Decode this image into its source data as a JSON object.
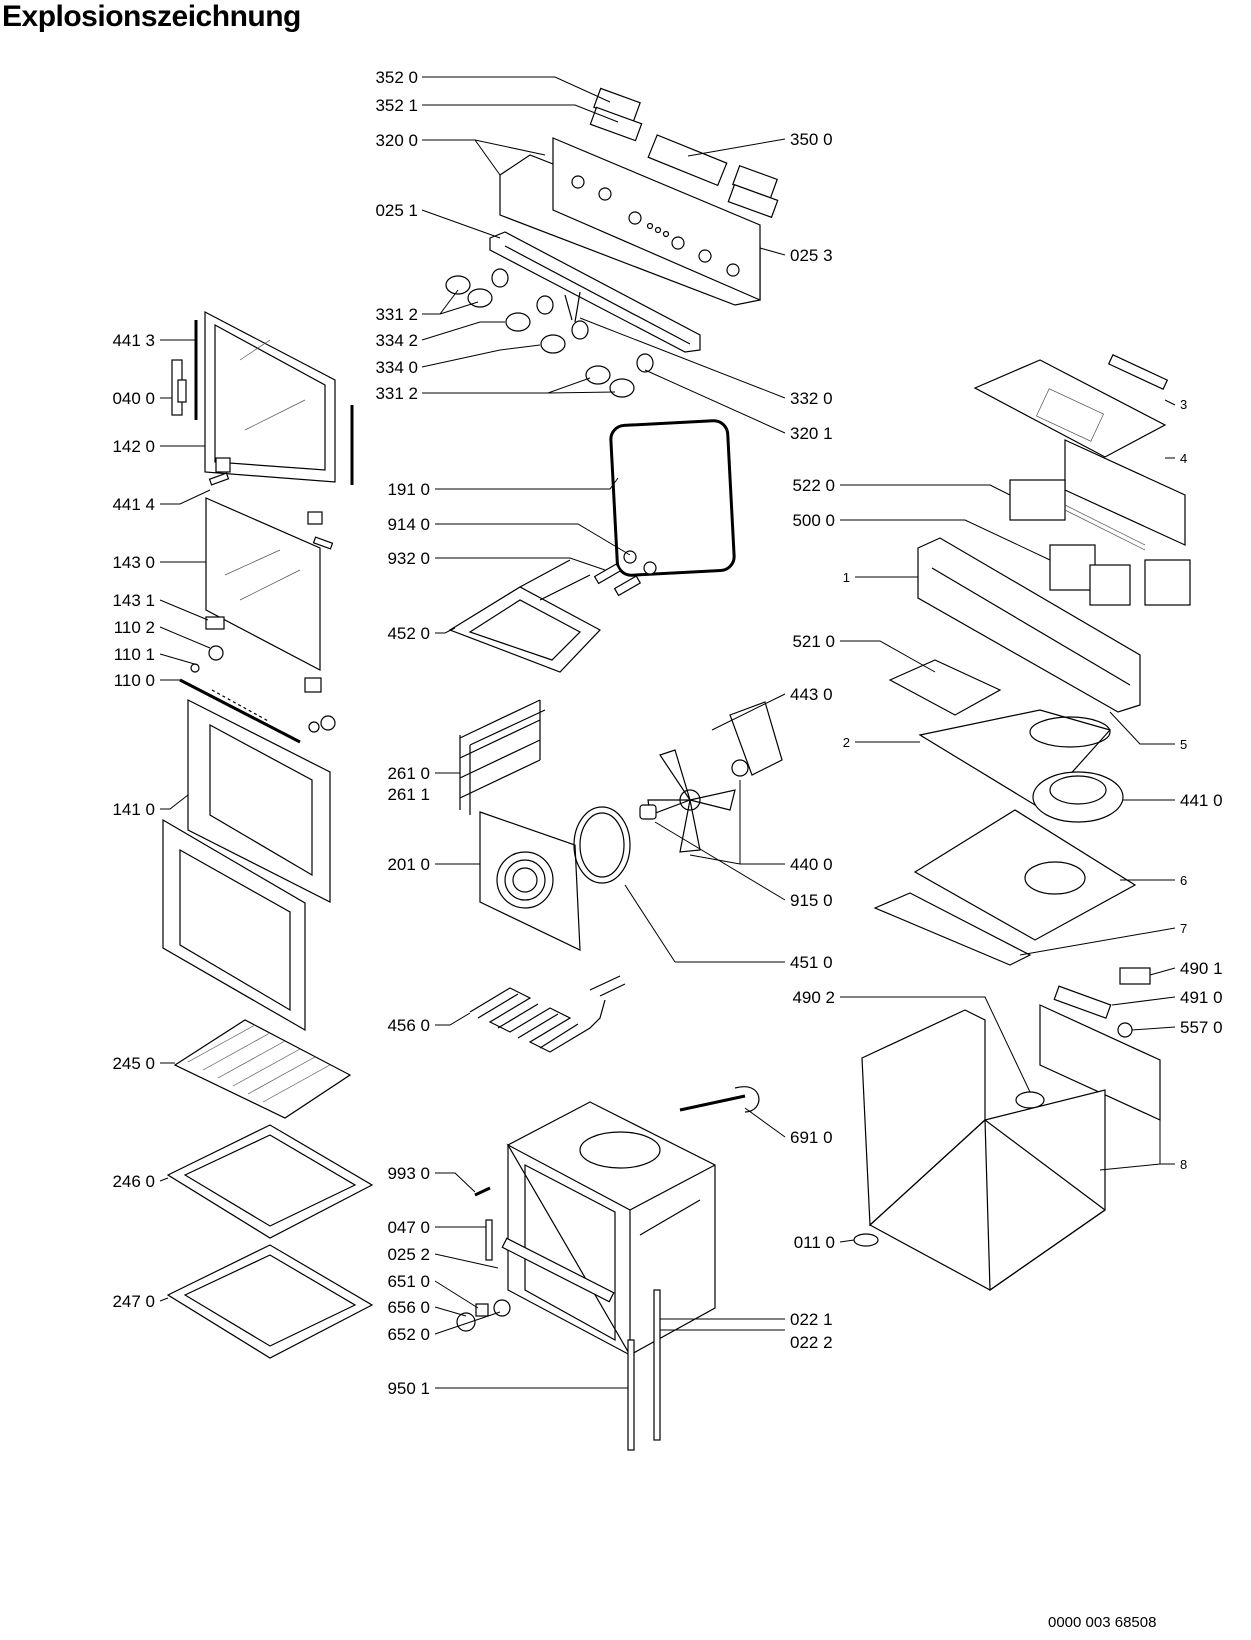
{
  "title": "Explosionszeichnung",
  "document_number": "0000 003 68508",
  "part_labels": {
    "p3520": "352 0",
    "p3521": "352 1",
    "p3200": "320 0",
    "p3500": "350 0",
    "p0251": "025 1",
    "p0253": "025 3",
    "p3312a": "331 2",
    "p3342": "334 2",
    "p3340": "334 0",
    "p3312b": "331 2",
    "p3320": "332 0",
    "p3201": "320 1",
    "p4413": "441 3",
    "p0400": "040 0",
    "p1420": "142 0",
    "p4414": "441 4",
    "p1430": "143 0",
    "p1431": "143 1",
    "p1102": "110 2",
    "p1101": "110 1",
    "p1100": "110 0",
    "p1410": "141 0",
    "p2450": "245 0",
    "p2460": "246 0",
    "p2470": "247 0",
    "p1910": "191 0",
    "p9140": "914 0",
    "p9320": "932 0",
    "p4520": "452 0",
    "p2610": "261 0",
    "p2611": "261 1",
    "p2010": "201 0",
    "p4560": "456 0",
    "p9930": "993 0",
    "p0470": "047 0",
    "p0252": "025 2",
    "p6510": "651 0",
    "p6560": "656 0",
    "p6520": "652 0",
    "p9501": "950 1",
    "p3": "3",
    "p4": "4",
    "p5220": "522 0",
    "p5000": "500 0",
    "p1": "1",
    "p5210": "521 0",
    "p4430": "443 0",
    "p2": "2",
    "p5": "5",
    "p4410": "441 0",
    "p4400": "440 0",
    "p9150": "915 0",
    "p6": "6",
    "p7": "7",
    "p4510": "451 0",
    "p4901": "490 1",
    "p4902": "490 2",
    "p4910": "491 0",
    "p5570": "557 0",
    "p6910": "691 0",
    "p8": "8",
    "p0110": "011 0",
    "p0221": "022 1",
    "p0222": "022 2"
  }
}
